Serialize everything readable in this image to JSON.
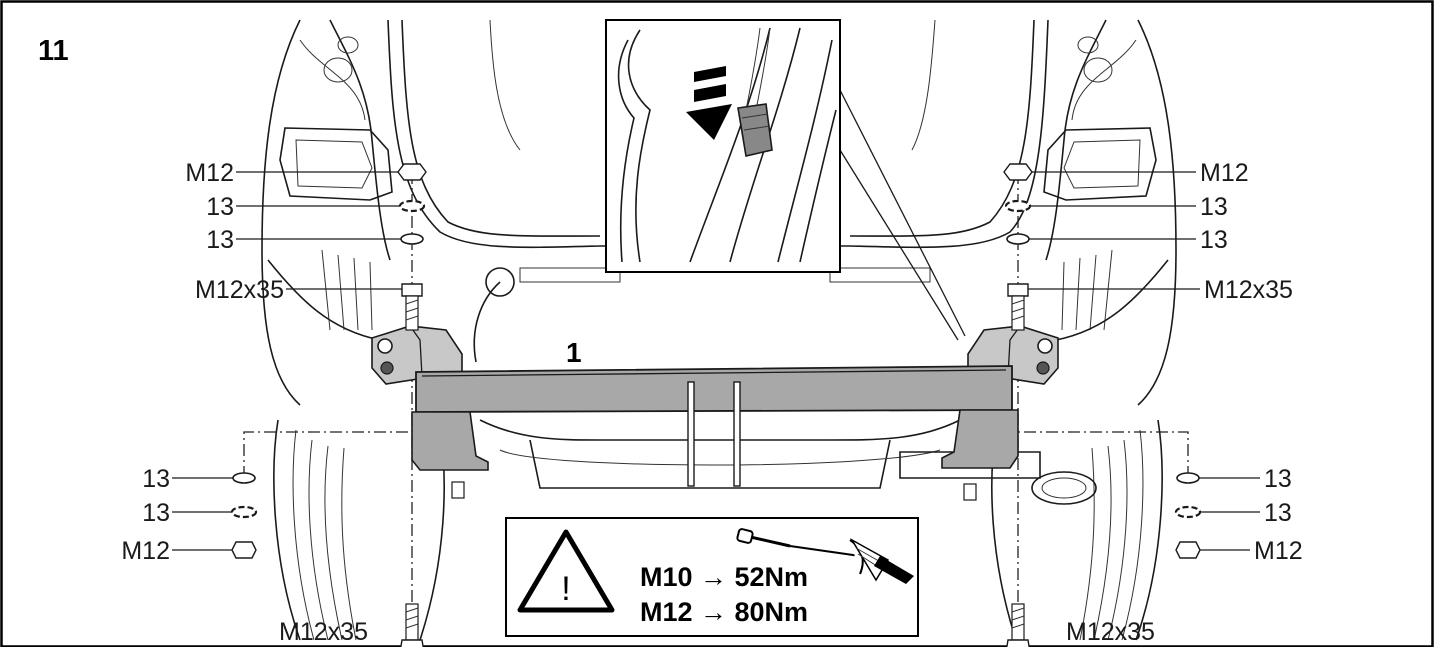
{
  "figure": {
    "step_number": "11",
    "part_label": "1",
    "labels": {
      "left_nut_top": "M12",
      "left_lockwasher_top": "13",
      "left_washer_top": "13",
      "left_bolt_top": "M12x35",
      "left_washer_bottom": "13",
      "left_lockwasher_bottom": "13",
      "left_nut_bottom": "M12",
      "left_bolt_bottom": "M12x35",
      "right_nut_top": "M12",
      "right_lockwasher_top": "13",
      "right_washer_top": "13",
      "right_bolt_top": "M12x35",
      "right_washer_bottom": "13",
      "right_lockwasher_bottom": "13",
      "right_nut_bottom": "M12",
      "right_bolt_bottom": "M12x35"
    },
    "torque": {
      "line1": "M10 → 52Nm",
      "line2": "M12 → 80Nm"
    },
    "warning_symbol": "!",
    "icons": [
      "warning-triangle-icon",
      "torque-wrench-icon",
      "downward-arrow-icon"
    ]
  }
}
